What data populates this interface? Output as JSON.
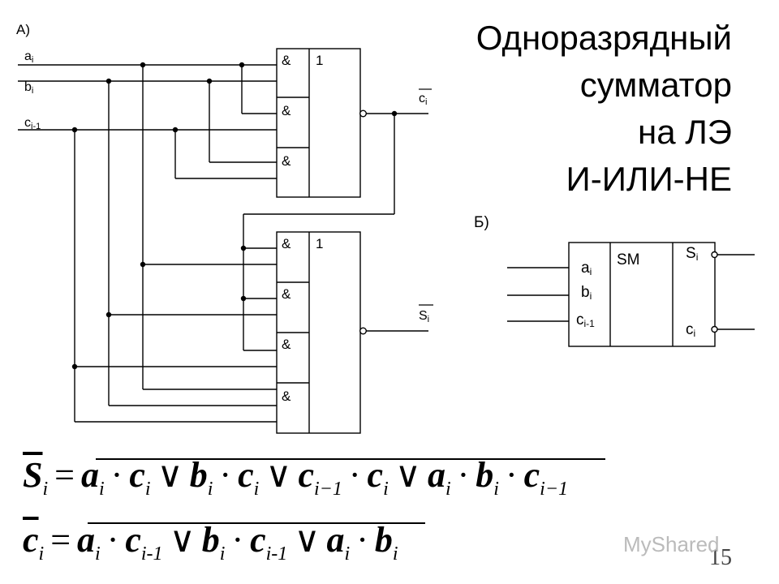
{
  "title_lines": [
    "Одноразрядный",
    "сумматор",
    "на ЛЭ",
    "И-ИЛИ-НЕ"
  ],
  "panel_a": {
    "label": "А)",
    "inputs": [
      "a",
      "b",
      "c"
    ],
    "input_subs": [
      "i",
      "i",
      "i-1"
    ],
    "gate_symbol_and": "&",
    "gate_symbol_or": "1",
    "out_carry": "c",
    "out_carry_sub": "i",
    "out_sum": "S",
    "out_sum_sub": "i"
  },
  "panel_b": {
    "label": "Б)",
    "block_label": "SM",
    "inputs": [
      "a",
      "b",
      "c"
    ],
    "input_subs": [
      "i",
      "i",
      "i-1"
    ],
    "outputs": [
      "S",
      "c"
    ],
    "output_subs": [
      "i",
      "i"
    ]
  },
  "formula_sum": {
    "lhs": "S",
    "lhs_sub": "i",
    "eq": "=",
    "or": "∨",
    "dot": "·",
    "terms": [
      [
        [
          "a",
          "i"
        ],
        [
          "c",
          "i"
        ]
      ],
      [
        [
          "b",
          "i"
        ],
        [
          "c",
          "i"
        ]
      ],
      [
        [
          "c",
          "i−1"
        ],
        [
          "c",
          "i"
        ]
      ],
      [
        [
          "a",
          "i"
        ],
        [
          "b",
          "i"
        ],
        [
          "c",
          "i−1"
        ]
      ]
    ]
  },
  "formula_carry": {
    "lhs": "c",
    "lhs_sub": "i",
    "eq": "=",
    "or": "∨",
    "dot": "·",
    "terms": [
      [
        [
          "a",
          "i"
        ],
        [
          "c",
          "i-1"
        ]
      ],
      [
        [
          "b",
          "i"
        ],
        [
          "c",
          "i-1"
        ]
      ],
      [
        [
          "a",
          "i"
        ],
        [
          "b",
          "i"
        ]
      ]
    ]
  },
  "page_number": "15",
  "watermark": "MyShared"
}
